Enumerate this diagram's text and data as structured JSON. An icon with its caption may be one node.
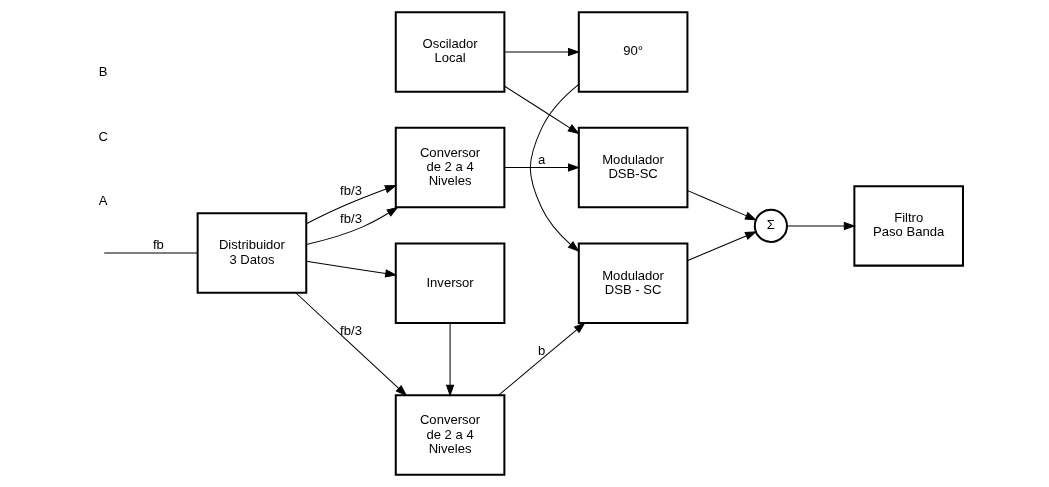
{
  "diagram": {
    "nodes": [
      {
        "text": [
          "Distribuidor",
          "3 Datos"
        ]
      },
      {
        "text": [
          "Conversor",
          "de 2 a 4",
          "Niveles"
        ]
      },
      {
        "text": [
          "Inversor"
        ]
      },
      {
        "text": [
          "Conversor",
          "de 2 a 4",
          "Niveles"
        ]
      },
      {
        "text": [
          "Modulador",
          "DSB-SC"
        ]
      },
      {
        "text": [
          "Oscilador",
          "Local"
        ]
      },
      {
        "text": [
          "90°"
        ]
      },
      {
        "text": [
          "Modulador",
          "DSB - SC"
        ]
      },
      {
        "text": [
          "Σ"
        ]
      },
      {
        "text": [
          "Filtro",
          "Paso Banda"
        ]
      }
    ],
    "edges": [
      {
        "from": null,
        "to": 0,
        "arrow": "none",
        "label": "fb"
      },
      {
        "from": 0,
        "to": 1,
        "arrow": "to",
        "label": "fb/3"
      },
      {
        "from": 0,
        "to": 1,
        "arrow": "to",
        "label": "fb/3"
      },
      {
        "from": 0,
        "to": 2,
        "arrow": "to"
      },
      {
        "from": 0,
        "to": 3,
        "arrow": "to",
        "label": "fb/3"
      },
      {
        "from": 2,
        "to": 3,
        "arrow": "to"
      },
      {
        "from": 1,
        "to": 4,
        "arrow": "to",
        "label": "a"
      },
      {
        "from": 3,
        "to": 7,
        "arrow": "to",
        "label": "b"
      },
      {
        "from": 5,
        "to": 4,
        "arrow": "to"
      },
      {
        "from": 5,
        "to": 6,
        "arrow": "to"
      },
      {
        "from": 6,
        "to": 7,
        "arrow": "to"
      },
      {
        "from": 4,
        "to": 8,
        "arrow": "to"
      },
      {
        "from": 7,
        "to": 8,
        "arrow": "to"
      },
      {
        "from": 8,
        "to": 9,
        "arrow": "to"
      }
    ],
    "labels": [
      "A",
      "C",
      "B"
    ]
  }
}
